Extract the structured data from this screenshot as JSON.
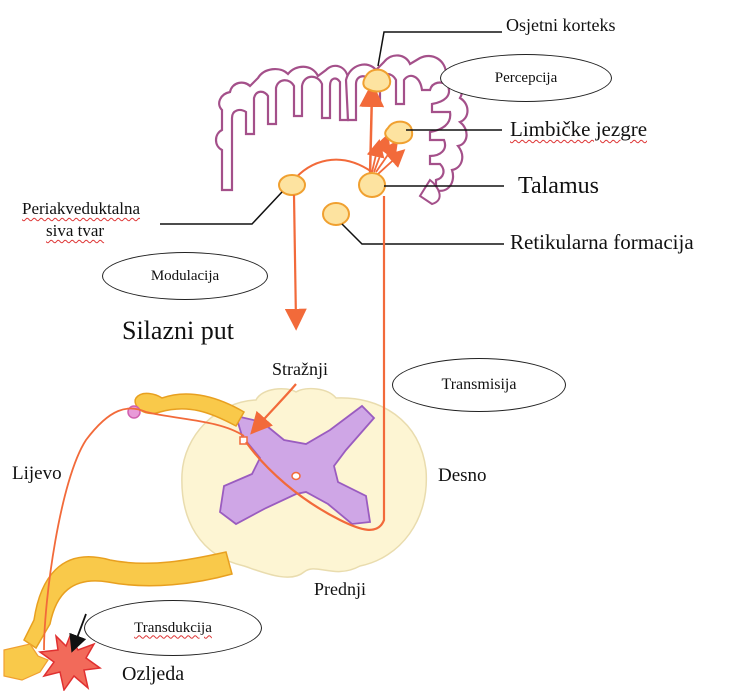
{
  "labels": {
    "sensory_cortex": "Osjetni korteks",
    "limbic_nuclei": "Limbičke jezgre",
    "thalamus": "Talamus",
    "reticular_formation": "Retikularna formacija",
    "pag_line1": "Periakveduktalna",
    "pag_line2": "siva tvar",
    "descending_path": "Silazni put",
    "posterior": "Stražnji",
    "anterior": "Prednji",
    "left": "Lijevo",
    "right": "Desno",
    "injury": "Ozljeda"
  },
  "ovals": {
    "perception": "Percepcija",
    "modulation": "Modulacija",
    "transmission": "Transmisija",
    "transduction": "Transdukcija"
  },
  "colors": {
    "pathway": "#f26a3a",
    "nucleus_fill": "#fde3a0",
    "nucleus_stroke": "#f0a030",
    "cortex_stroke": "#a4508a",
    "grey_matter": "#cfa6e6",
    "cord_fill": "#fdf5d3",
    "nerve_fill": "#f9c94a"
  }
}
